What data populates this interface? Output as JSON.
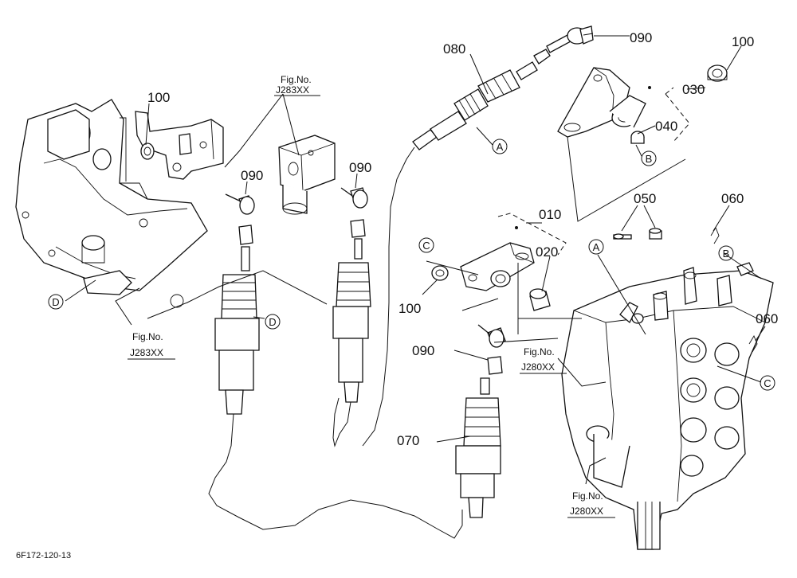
{
  "part_labels": {
    "p080": "080",
    "p090_top": "090",
    "p100_top_right": "100",
    "p030": "030",
    "p040": "040",
    "p100_left": "100",
    "p090_left": "090",
    "p090_mid": "090",
    "p050": "050",
    "p060_top": "060",
    "p010": "010",
    "p020": "020",
    "p100_mid": "100",
    "p060_right": "060",
    "p090_lower": "090",
    "p070": "070"
  },
  "circled_refs": {
    "a_top": "A",
    "b_top": "B",
    "a_valve": "A",
    "b_valve": "B",
    "c_bracket": "C",
    "c_valve": "C",
    "d_left": "D",
    "d_cable": "D"
  },
  "figure_refs": {
    "top": {
      "line1": "Fig.No.",
      "line2": "J283XX"
    },
    "left": {
      "line1": "Fig.No.",
      "line2": "J283XX"
    },
    "valve_mid": {
      "line1": "Fig.No.",
      "line2": "J280XX"
    },
    "valve_bottom": {
      "line1": "Fig.No.",
      "line2": "J280XX"
    }
  },
  "diagram_code": "6F172-120-13"
}
